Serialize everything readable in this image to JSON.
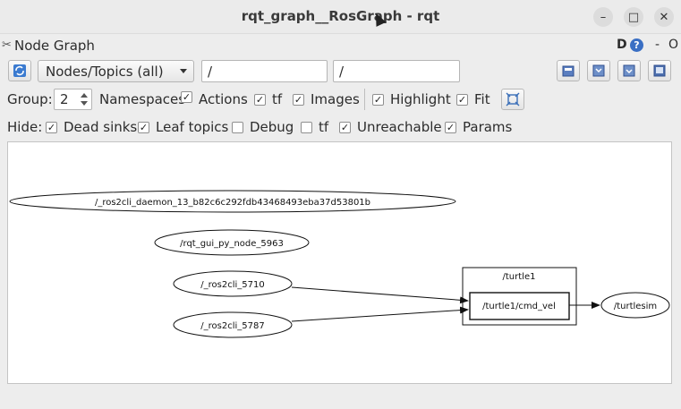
{
  "window": {
    "title": "rqt_graph__RosGraph - rqt",
    "minimize": "–",
    "maximize": "□",
    "close": "✕"
  },
  "plugin": {
    "title": "Node Graph",
    "d_label": "D",
    "help": "?",
    "dash": "-",
    "o_label": "O"
  },
  "toolbar": {
    "mode_value": "Nodes/Topics (all)",
    "filter_nodes_value": "/",
    "filter_topics_value": "/"
  },
  "group_row": {
    "group_label": "Group:",
    "group_value": "2",
    "options": [
      {
        "label": "Namespaces",
        "checked": true
      },
      {
        "label": "Actions",
        "checked": true
      },
      {
        "label": "tf",
        "checked": true
      },
      {
        "label": "Images",
        "checked": true
      },
      {
        "label": "Highlight",
        "checked": true
      },
      {
        "label": "Fit",
        "checked": true
      }
    ]
  },
  "hide_row": {
    "hide_label": "Hide:",
    "options": [
      {
        "label": "Dead sinks",
        "checked": true
      },
      {
        "label": "Leaf topics",
        "checked": true
      },
      {
        "label": "Debug",
        "checked": false
      },
      {
        "label": "tf",
        "checked": false
      },
      {
        "label": "Unreachable",
        "checked": true
      },
      {
        "label": "Params",
        "checked": true
      }
    ]
  },
  "graph": {
    "nodes": {
      "daemon": "/_ros2cli_daemon_13_b82c6c292fdb43468493eba37d53801b",
      "gui": "/rqt_gui_py_node_5963",
      "cli1": "/_ros2cli_5710",
      "cli2": "/_ros2cli_5787",
      "turtlesim": "/turtlesim"
    },
    "namespace": "/turtle1",
    "topic": "/turtle1/cmd_vel"
  }
}
